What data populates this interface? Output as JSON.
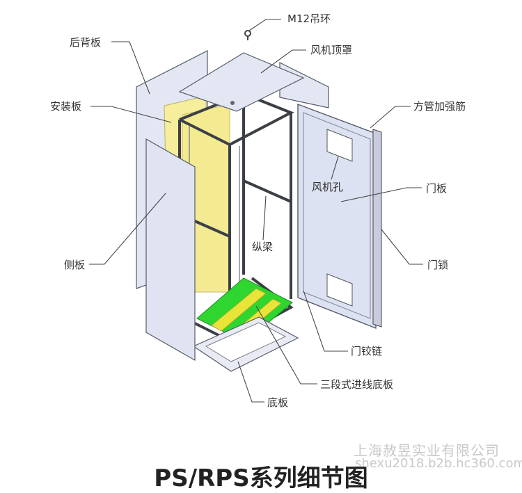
{
  "callouts": {
    "hoist_ring": "M12吊环",
    "back_panel": "后背板",
    "fan_top_cover": "风机顶罩",
    "mounting_plate": "安装板",
    "square_tube_rib": "方管加强筋",
    "fan_hole": "风机孔",
    "door_panel": "门板",
    "longitudinal_beam": "纵梁",
    "side_panel": "侧板",
    "door_lock": "门锁",
    "door_hinge": "门铰链",
    "cable_entry_base": "三段式进线底板",
    "base_plate": "底板"
  },
  "title": "PS/RPS系列细节图",
  "watermark": {
    "company": "上海赦昱实业有限公司",
    "url": "shexu2018.b2b.hc360.com"
  },
  "colors": {
    "panel_fill": "#dfe3f2",
    "mounting_plate": "#f6ee9c",
    "base_green": "#2fd62f",
    "base_yellow": "#e8e43a",
    "frame": "#3c3f46"
  }
}
